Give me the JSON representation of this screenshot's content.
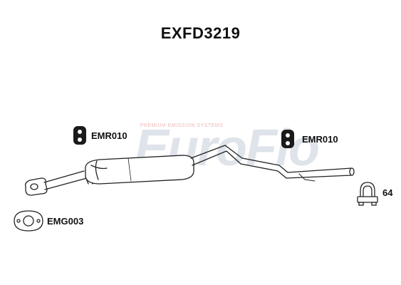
{
  "title": "EXFD3219",
  "watermark": {
    "brand": "EuroFlo",
    "tagline": "PREMIUM EMISSION SYSTEMS",
    "color_light": "#d8dde6",
    "color_accent": "#f3c8c8"
  },
  "parts": [
    {
      "label": "EMR010",
      "icon": "rubber-hanger-icon"
    },
    {
      "label": "EMR010",
      "icon": "rubber-hanger-icon"
    },
    {
      "label": "EMG003",
      "icon": "flange-gasket-icon"
    },
    {
      "label": "64",
      "icon": "u-bolt-clamp-icon"
    }
  ],
  "main_part": {
    "icon": "exhaust-silencer-pipe-icon"
  }
}
